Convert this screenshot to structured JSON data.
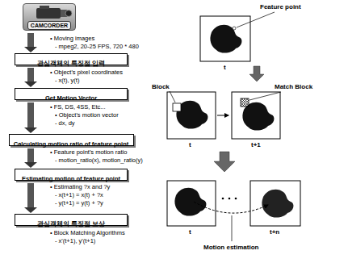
{
  "diagram": {
    "nodes": [
      {
        "text": [
          "CAMCORDER"
        ]
      },
      {
        "text": [
          "관심객체의 특징점 입력"
        ]
      },
      {
        "text": [
          "Get Motion Vector"
        ]
      },
      {
        "text": [
          "Calculating motion ratio of feature point"
        ]
      },
      {
        "text": [
          "Estimating motion of feature point"
        ]
      },
      {
        "text": [
          "관심객체의 특징점 보상"
        ]
      }
    ],
    "edges": [
      {
        "from": 0,
        "to": 1,
        "arrow": "to"
      },
      {
        "from": 1,
        "to": 2,
        "arrow": "to"
      },
      {
        "from": 2,
        "to": 3,
        "arrow": "to"
      },
      {
        "from": 3,
        "to": 4,
        "arrow": "to"
      },
      {
        "from": 4,
        "to": 5,
        "arrow": "to"
      }
    ],
    "labels": [
      "• Moving images",
      "- mpeg2, 20-25 FPS, 720 * 480",
      "• Object's pixel coordinates",
      "- x(t), y(t)",
      "• FS, DS, 4SS, Etc...",
      "• Object's motion vector",
      "- dx, dy",
      "• Feature point's motion ratio",
      "- motion_ratio(x), motion_ratio(y)",
      "• Estimating ?x and ?y",
      "- x(t+1) = x(t) + ?x",
      "- y(t+1) = y(t) + ?y",
      "• Block Matching Algorithms",
      "- x'(t+1), y'(t+1)",
      "Feature point",
      "t",
      "Block",
      "Match Block",
      "t",
      "t+1",
      "t",
      "t+n",
      "Motion estimation"
    ]
  }
}
